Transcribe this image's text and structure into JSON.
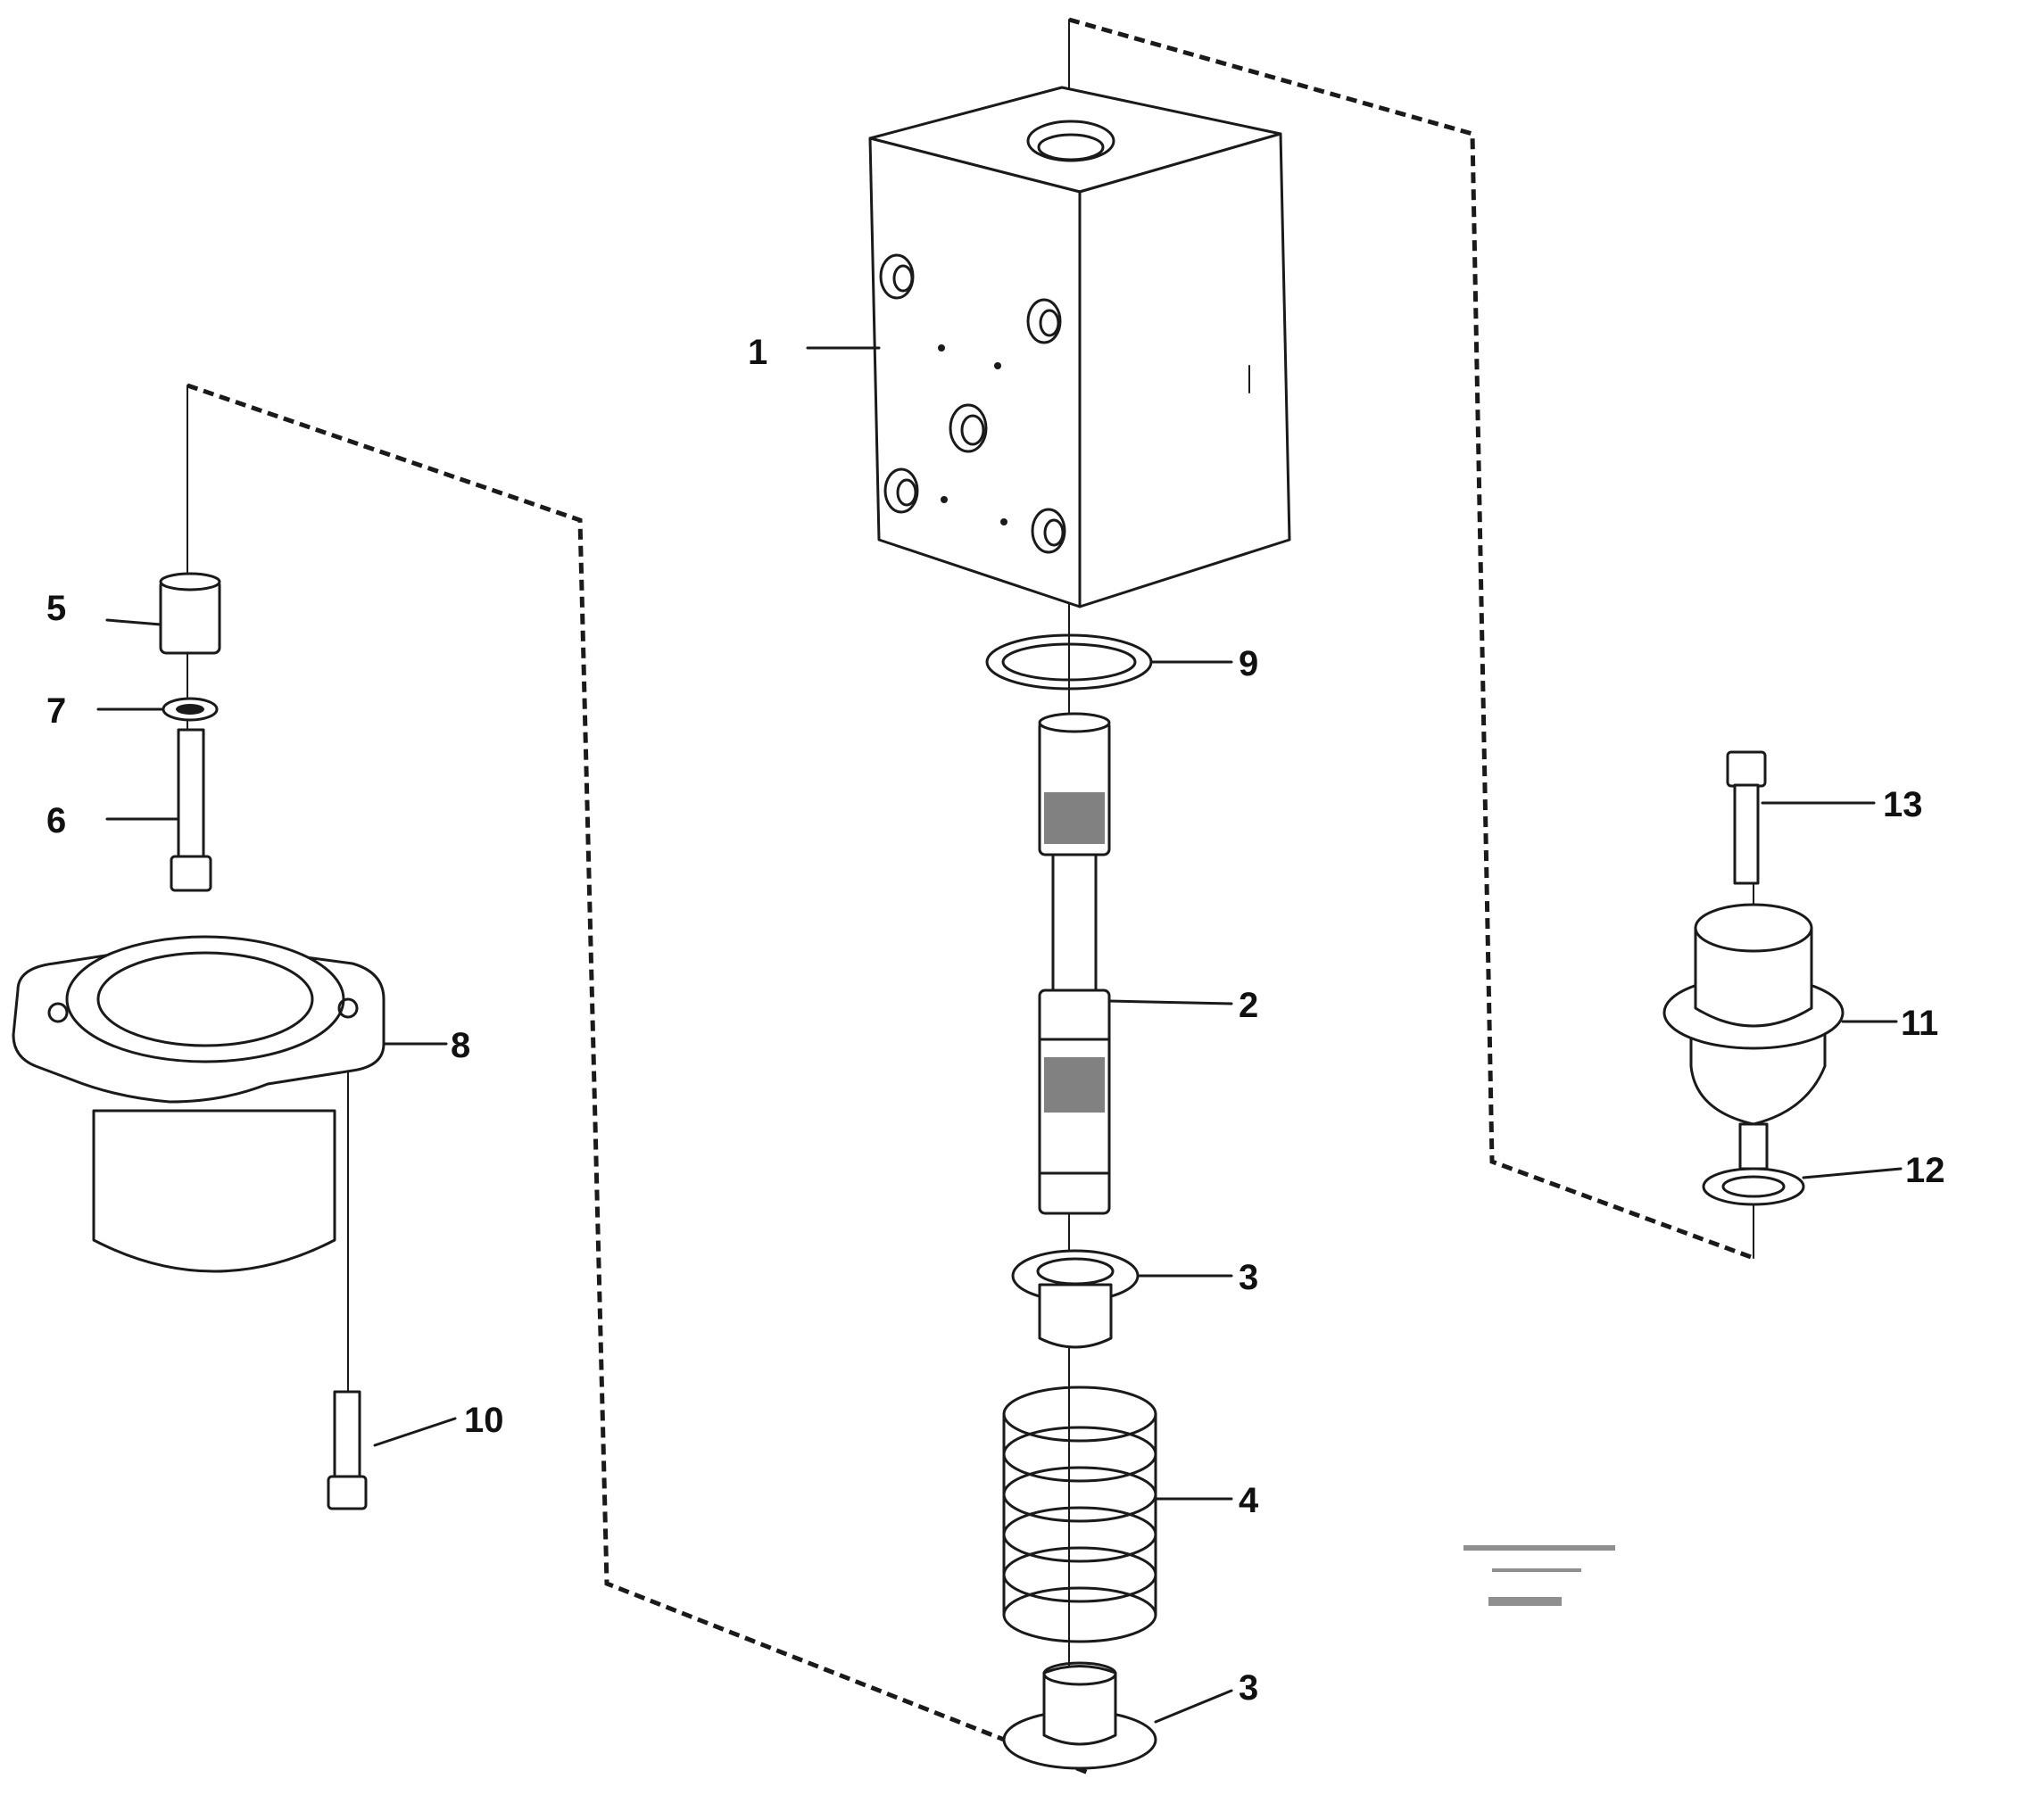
{
  "callouts": {
    "c1": "1",
    "c2": "2",
    "c3a": "3",
    "c3b": "3",
    "c4": "4",
    "c5": "5",
    "c6": "6",
    "c7": "7",
    "c8": "8",
    "c9": "9",
    "c10": "10",
    "c11": "11",
    "c12": "12",
    "c13": "13"
  },
  "reference": {
    "code": "",
    "sub": "",
    "figure": ""
  }
}
